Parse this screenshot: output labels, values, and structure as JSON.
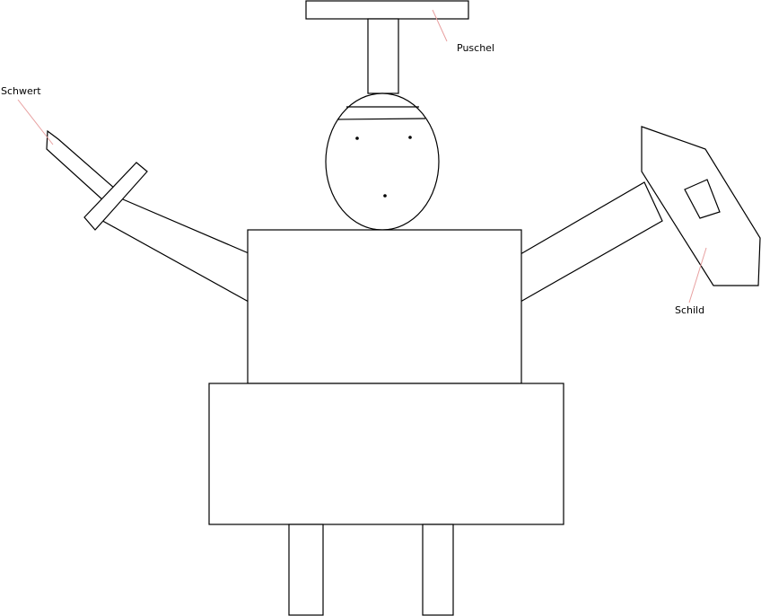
{
  "labels": {
    "puschel": "Puschel",
    "schwert": "Schwert",
    "schild": "Schild"
  },
  "colors": {
    "outline": "#000000",
    "leader_line": "#e8a0a0",
    "background": "#ffffff"
  }
}
